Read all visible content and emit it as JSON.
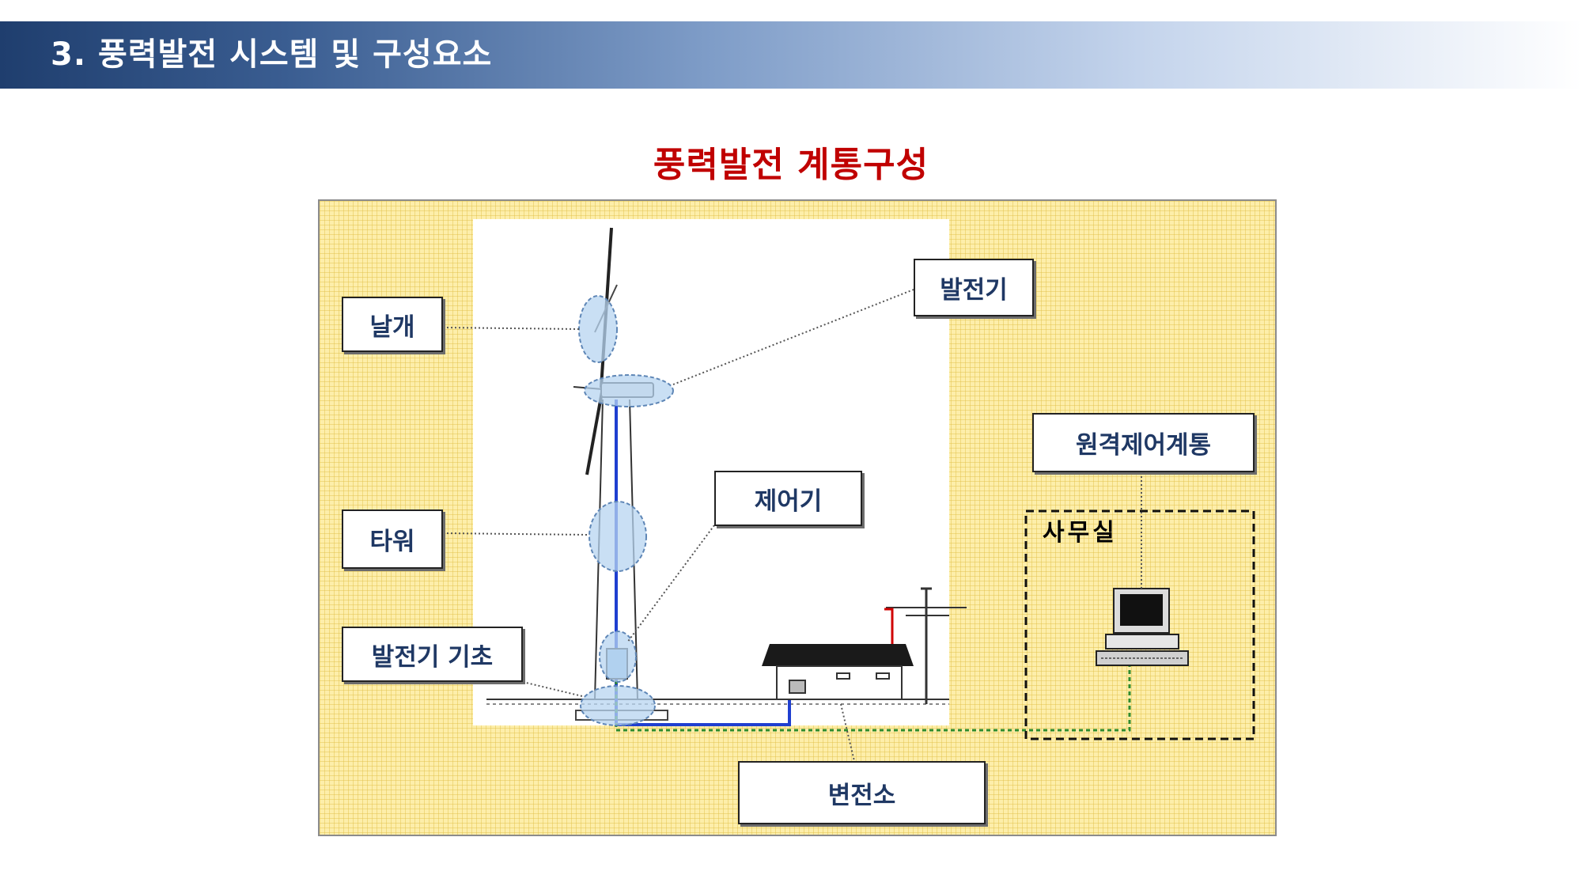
{
  "header": {
    "title": "3. 풍력발전 시스템 및 구성요소"
  },
  "diagram": {
    "title": "풍력발전 계통구성",
    "labels": {
      "blade": "날개",
      "generator": "발전기",
      "remote_control": "원격제어계통",
      "controller": "제어기",
      "tower": "타워",
      "foundation": "발전기 기초",
      "substation": "변전소",
      "office": "사무실"
    },
    "colors": {
      "header_dark": "#1f3e6e",
      "title_red": "#c00000",
      "label_text": "#1f3864",
      "frame_fill": "#fdeeaa",
      "power_line": "#1f3fd0",
      "comm_line": "#2e8b2e",
      "highlight": "#b7d4f0"
    }
  }
}
